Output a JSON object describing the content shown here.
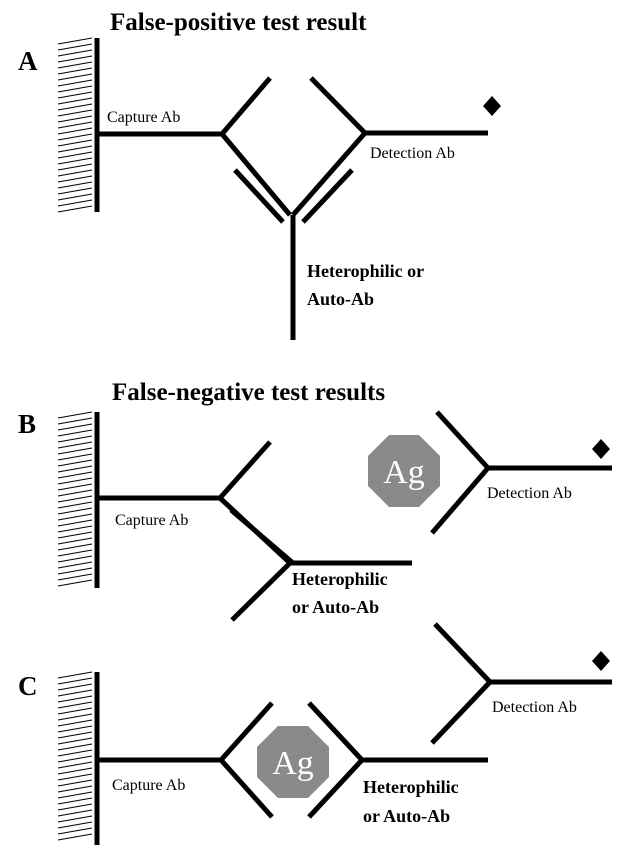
{
  "titles": {
    "false_positive": "False-positive test result",
    "false_negative": "False-negative test results"
  },
  "panels": {
    "a": {
      "letter": "A",
      "capture_label": "Capture Ab",
      "detection_label": "Detection Ab",
      "interferer_line1": "Heterophilic or",
      "interferer_line2": "Auto-Ab"
    },
    "b": {
      "letter": "B",
      "antigen_label": "Ag",
      "capture_label": "Capture Ab",
      "detection_label": "Detection Ab",
      "interferer_line1": "Heterophilic",
      "interferer_line2": "or Auto-Ab"
    },
    "c": {
      "letter": "C",
      "antigen_label": "Ag",
      "capture_label": "Capture Ab",
      "detection_label": "Detection Ab",
      "interferer_line1": "Heterophilic",
      "interferer_line2": "or Auto-Ab"
    }
  },
  "colors": {
    "antigen_fill": "#8a8a8a",
    "line": "#000000",
    "background": "#ffffff"
  }
}
